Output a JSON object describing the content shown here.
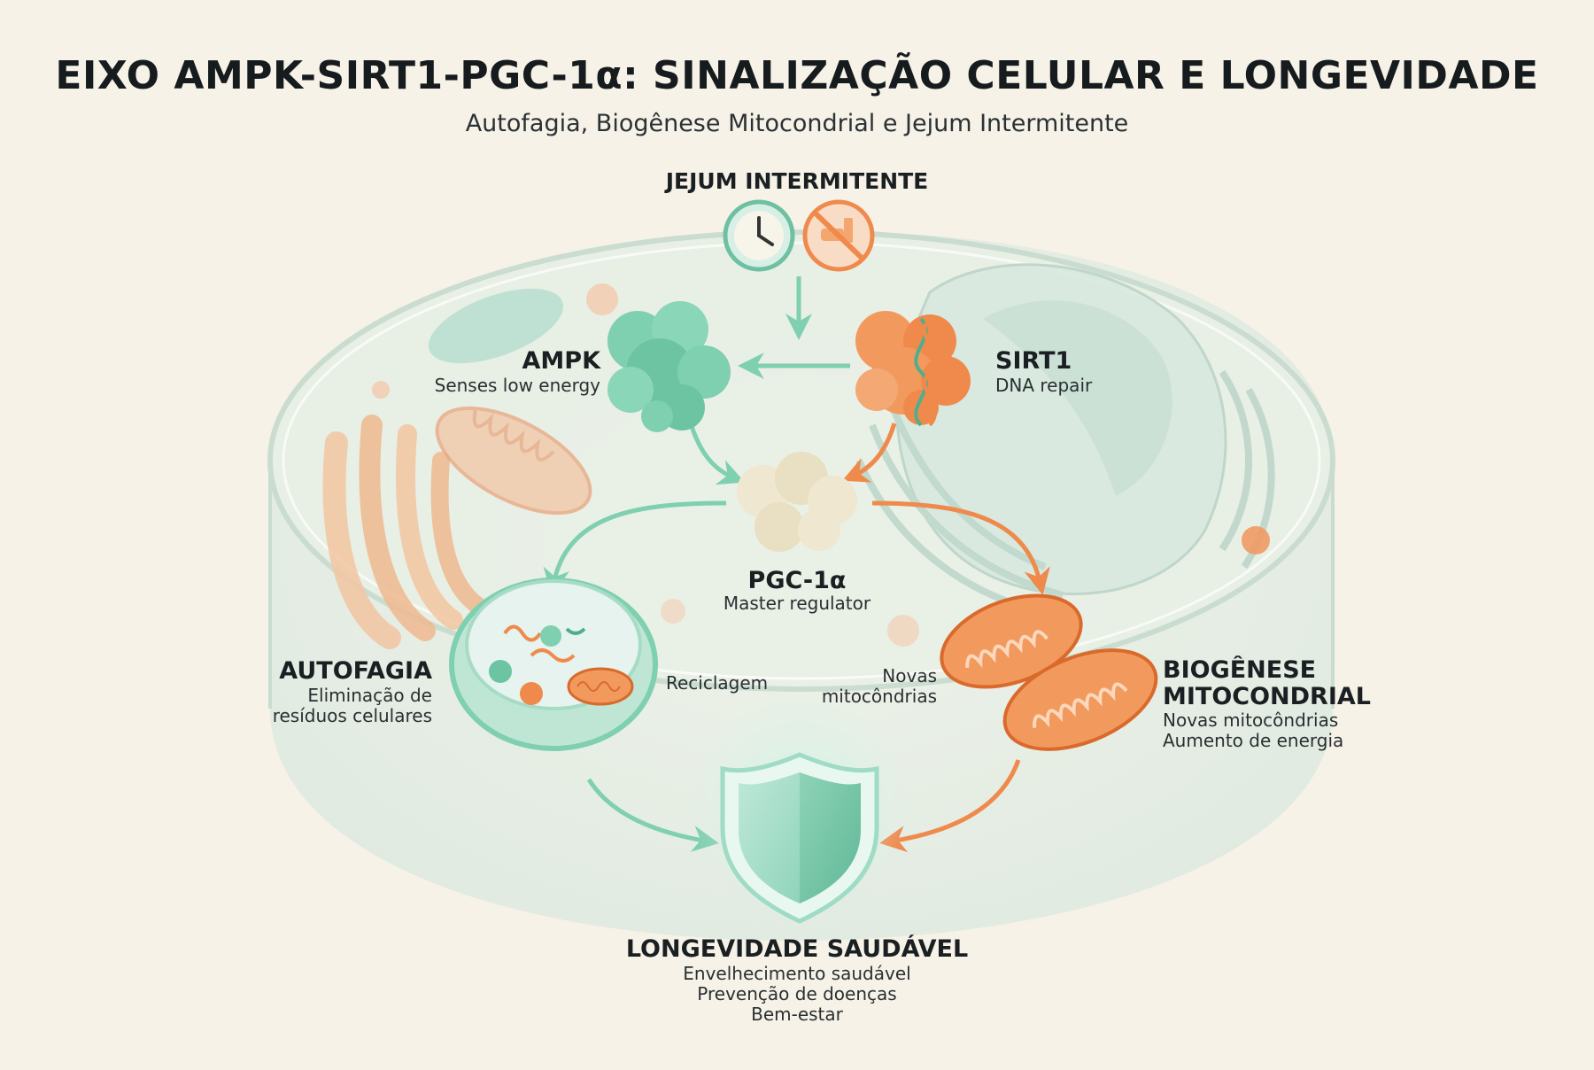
{
  "header": {
    "title": "EIXO AMPK-SIRT1-PGC-1α: SINALIZAÇÃO CELULAR E LONGEVIDADE",
    "subtitle": "Autofagia, Biogênese Mitocondrial e Jejum Intermitente"
  },
  "trigger": {
    "label": "JEJUM INTERMITENTE",
    "icons": [
      "clock-icon",
      "no-food-icon"
    ]
  },
  "nodes": {
    "ampk": {
      "name": "AMPK",
      "desc": "Senses low energy"
    },
    "sirt1": {
      "name": "SIRT1",
      "desc": "DNA repair"
    },
    "pgc": {
      "name": "PGC-1α",
      "desc": "Master regulator"
    },
    "autofagia": {
      "name": "AUTOFAGIA",
      "desc_lines": [
        "Eliminação de",
        "resíduos celulares"
      ],
      "note": "Reciclagem"
    },
    "biogenese": {
      "name_lines": [
        "BIOGÊNESE",
        "MITOCONDRIAL"
      ],
      "desc_lines": [
        "Novas mitocôndrias",
        "Aumento de energia"
      ],
      "note_lines": [
        "Novas",
        "mitocôndrias"
      ]
    },
    "longevidade": {
      "name": "LONGEVIDADE SAUDÁVEL",
      "desc_lines": [
        "Envelhecimento saudável",
        "Prevenção de doenças",
        "Bem-estar"
      ]
    }
  },
  "colors": {
    "background": "#f6f2e7",
    "mint": "#7fcfb1",
    "mint_dark": "#4fae8c",
    "orange": "#ef8a4c",
    "orange_dark": "#d96a2c",
    "cream": "#efe7cf"
  }
}
